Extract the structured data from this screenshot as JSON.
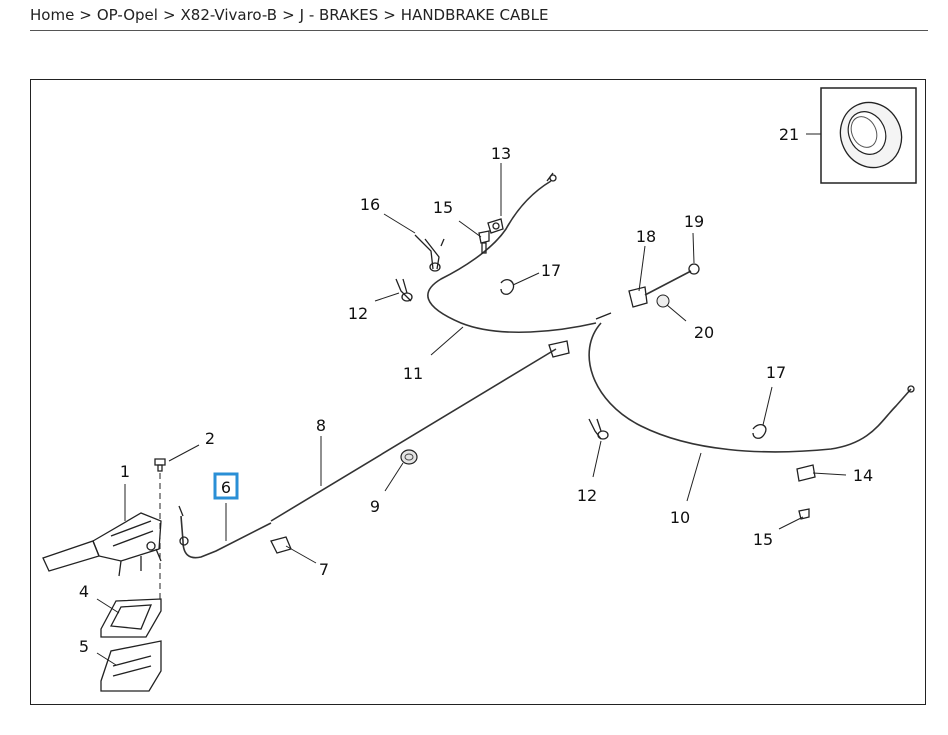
{
  "breadcrumb": [
    {
      "label": "Home"
    },
    {
      "label": "OP-Opel"
    },
    {
      "label": "X82-Vivaro-B"
    },
    {
      "label": "J - BRAKES"
    },
    {
      "label": "HANDBRAKE CABLE"
    }
  ],
  "separator": ">",
  "diagram": {
    "highlight_color": "#2a8fd6",
    "selected_callout": "6",
    "callouts": {
      "c1": "1",
      "c2": "2",
      "c4": "4",
      "c5": "5",
      "c6": "6",
      "c7": "7",
      "c8": "8",
      "c9": "9",
      "c10": "10",
      "c11": "11",
      "c12a": "12",
      "c12b": "12",
      "c13": "13",
      "c14": "14",
      "c15a": "15",
      "c15b": "15",
      "c16": "16",
      "c17a": "17",
      "c17b": "17",
      "c18": "18",
      "c19": "19",
      "c20": "20",
      "c21": "21"
    }
  }
}
